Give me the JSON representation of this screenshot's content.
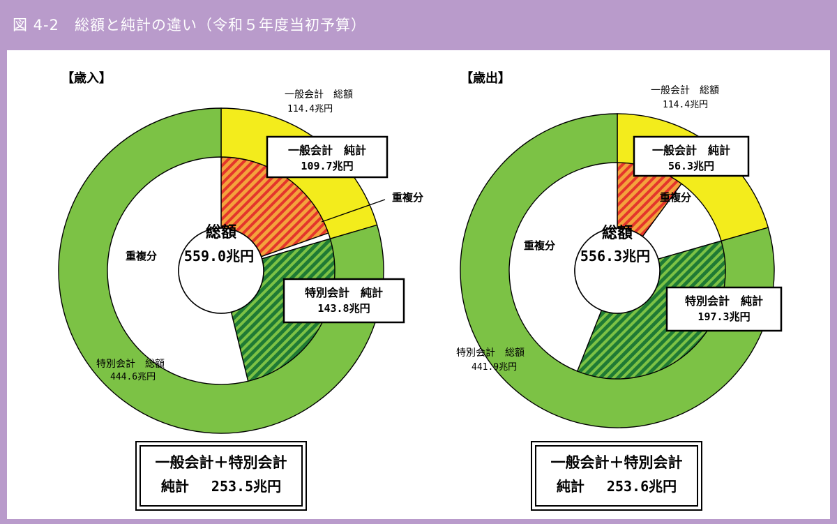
{
  "title": "図 4-2　総額と純計の違い（令和５年度当初予算）",
  "colors": {
    "header_bg": "#b99bcb",
    "general_total": "#f3ec1c",
    "general_net": "#f4a23c",
    "general_net_hatch": "#e4352b",
    "special_total": "#7cc245",
    "special_net": "#1f7a34",
    "special_net_hatch": "#7cc245",
    "overlap": "#ffffff"
  },
  "chart_data": [
    {
      "type": "pie",
      "title": "【歳入】",
      "unit": "兆円",
      "grand_total": 559.0,
      "outer_ring": [
        {
          "name": "一般会計　総額",
          "value": 114.4
        },
        {
          "name": "特別会計　総額",
          "value": 444.6
        }
      ],
      "inner_ring": [
        {
          "name": "一般会計　純計",
          "value": 109.7
        },
        {
          "name": "重複分",
          "value": 4.7
        },
        {
          "name": "特別会計　純計",
          "value": 143.8
        },
        {
          "name": "重複分",
          "value": 300.8
        }
      ],
      "labels": {
        "title": "【歳入】",
        "general_total_name": "一般会計　総額",
        "general_total_value": "114.4兆円",
        "general_net_name": "一般会計　純計",
        "general_net_value": "109.7兆円",
        "overlap_small": "重複分",
        "overlap_large": "重複分",
        "center_name": "総額",
        "center_value": "559.0兆円",
        "special_net_name": "特別会計　純計",
        "special_net_value": "143.8兆円",
        "special_total_name": "特別会計　総額",
        "special_total_value": "444.6兆円",
        "summary_line1": "一般会計＋特別会計",
        "summary_line2": "純計　 253.5兆円"
      }
    },
    {
      "type": "pie",
      "title": "【歳出】",
      "unit": "兆円",
      "grand_total": 556.3,
      "outer_ring": [
        {
          "name": "一般会計　総額",
          "value": 114.4
        },
        {
          "name": "特別会計　総額",
          "value": 441.9
        }
      ],
      "inner_ring": [
        {
          "name": "一般会計　純計",
          "value": 56.3
        },
        {
          "name": "重複分",
          "value": 58.1
        },
        {
          "name": "特別会計　純計",
          "value": 197.3
        },
        {
          "name": "重複分",
          "value": 244.6
        }
      ],
      "labels": {
        "title": "【歳出】",
        "general_total_name": "一般会計　総額",
        "general_total_value": "114.4兆円",
        "general_net_name": "一般会計　純計",
        "general_net_value": "56.3兆円",
        "overlap_small": "重複分",
        "overlap_large": "重複分",
        "center_name": "総額",
        "center_value": "556.3兆円",
        "special_net_name": "特別会計　純計",
        "special_net_value": "197.3兆円",
        "special_total_name": "特別会計　総額",
        "special_total_value": "441.9兆円",
        "summary_line1": "一般会計＋特別会計",
        "summary_line2": "純計　 253.6兆円"
      }
    }
  ]
}
